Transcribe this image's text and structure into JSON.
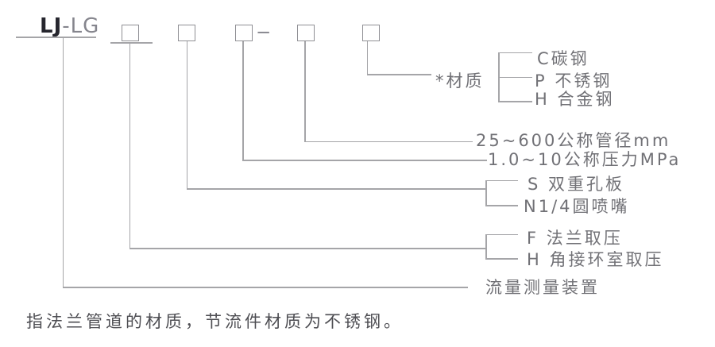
{
  "colors": {
    "bg": "#ffffff",
    "line": "#a5a5a8",
    "box": "#8f8f94",
    "label": "#717176",
    "model-primary": "#26262e",
    "model-secondary": "#85858d",
    "note": "#4e4e53"
  },
  "model": {
    "prefix": "LJ",
    "suffix": "-LG",
    "separator": "−"
  },
  "legend": {
    "material": {
      "label": "*材质",
      "options": [
        "C碳钢",
        "P 不锈钢",
        "H 合金钢"
      ]
    },
    "diameter": "25~600公称管径mm",
    "pressure": "1.0~10公称压力MPa",
    "throttle": {
      "options": [
        "S 双重孔板",
        "N1/4圆喷嘴"
      ]
    },
    "pressure_tapping": {
      "options": [
        "F 法兰取压",
        "H 角接环室取压"
      ]
    },
    "device": "流量测量装置"
  },
  "footnote": "指法兰管道的材质，节流件材质为不锈钢。"
}
